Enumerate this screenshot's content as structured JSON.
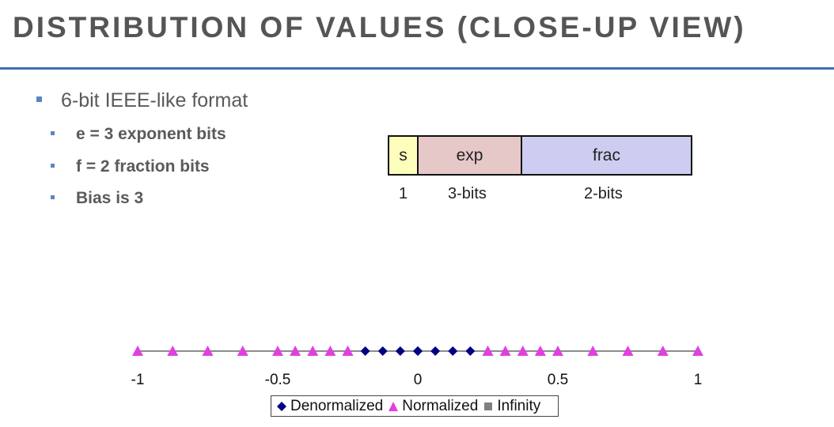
{
  "slide": {
    "title": "DISTRIBUTION OF VALUES (CLOSE-UP VIEW)"
  },
  "bullets": {
    "main": "6-bit IEEE-like format",
    "sub": [
      "e = 3 exponent bits",
      "f = 2 fraction bits",
      "Bias is 3"
    ]
  },
  "format": {
    "fields": [
      "s",
      "exp",
      "frac"
    ],
    "widths": [
      "1",
      "3-bits",
      "2-bits"
    ],
    "colors": {
      "s": "#fdfdbc",
      "exp": "#e6c8c8",
      "frac": "#cccdf1"
    }
  },
  "chart_data": {
    "type": "scatter",
    "title": "",
    "xlim": [
      -1,
      1
    ],
    "tick_labels": [
      "-1",
      "-0.5",
      "0",
      "0.5",
      "1"
    ],
    "ticks": [
      -1,
      -0.5,
      0,
      0.5,
      1
    ],
    "series": [
      {
        "name": "Denormalized",
        "marker": "diamond",
        "color": "#000080",
        "x": [
          -0.1875,
          -0.125,
          -0.0625,
          0,
          0,
          0.0625,
          0.125,
          0.1875
        ]
      },
      {
        "name": "Normalized",
        "marker": "triangle",
        "color": "#e040e0",
        "x": [
          -1,
          -0.875,
          -0.75,
          -0.625,
          -0.5,
          -0.4375,
          -0.375,
          -0.3125,
          -0.25,
          -0.25,
          0.25,
          0.25,
          0.3125,
          0.375,
          0.4375,
          0.5,
          0.625,
          0.75,
          0.875,
          1
        ]
      },
      {
        "name": "Infinity",
        "marker": "square",
        "color": "#808080",
        "x": []
      }
    ],
    "legend": "bottom"
  }
}
